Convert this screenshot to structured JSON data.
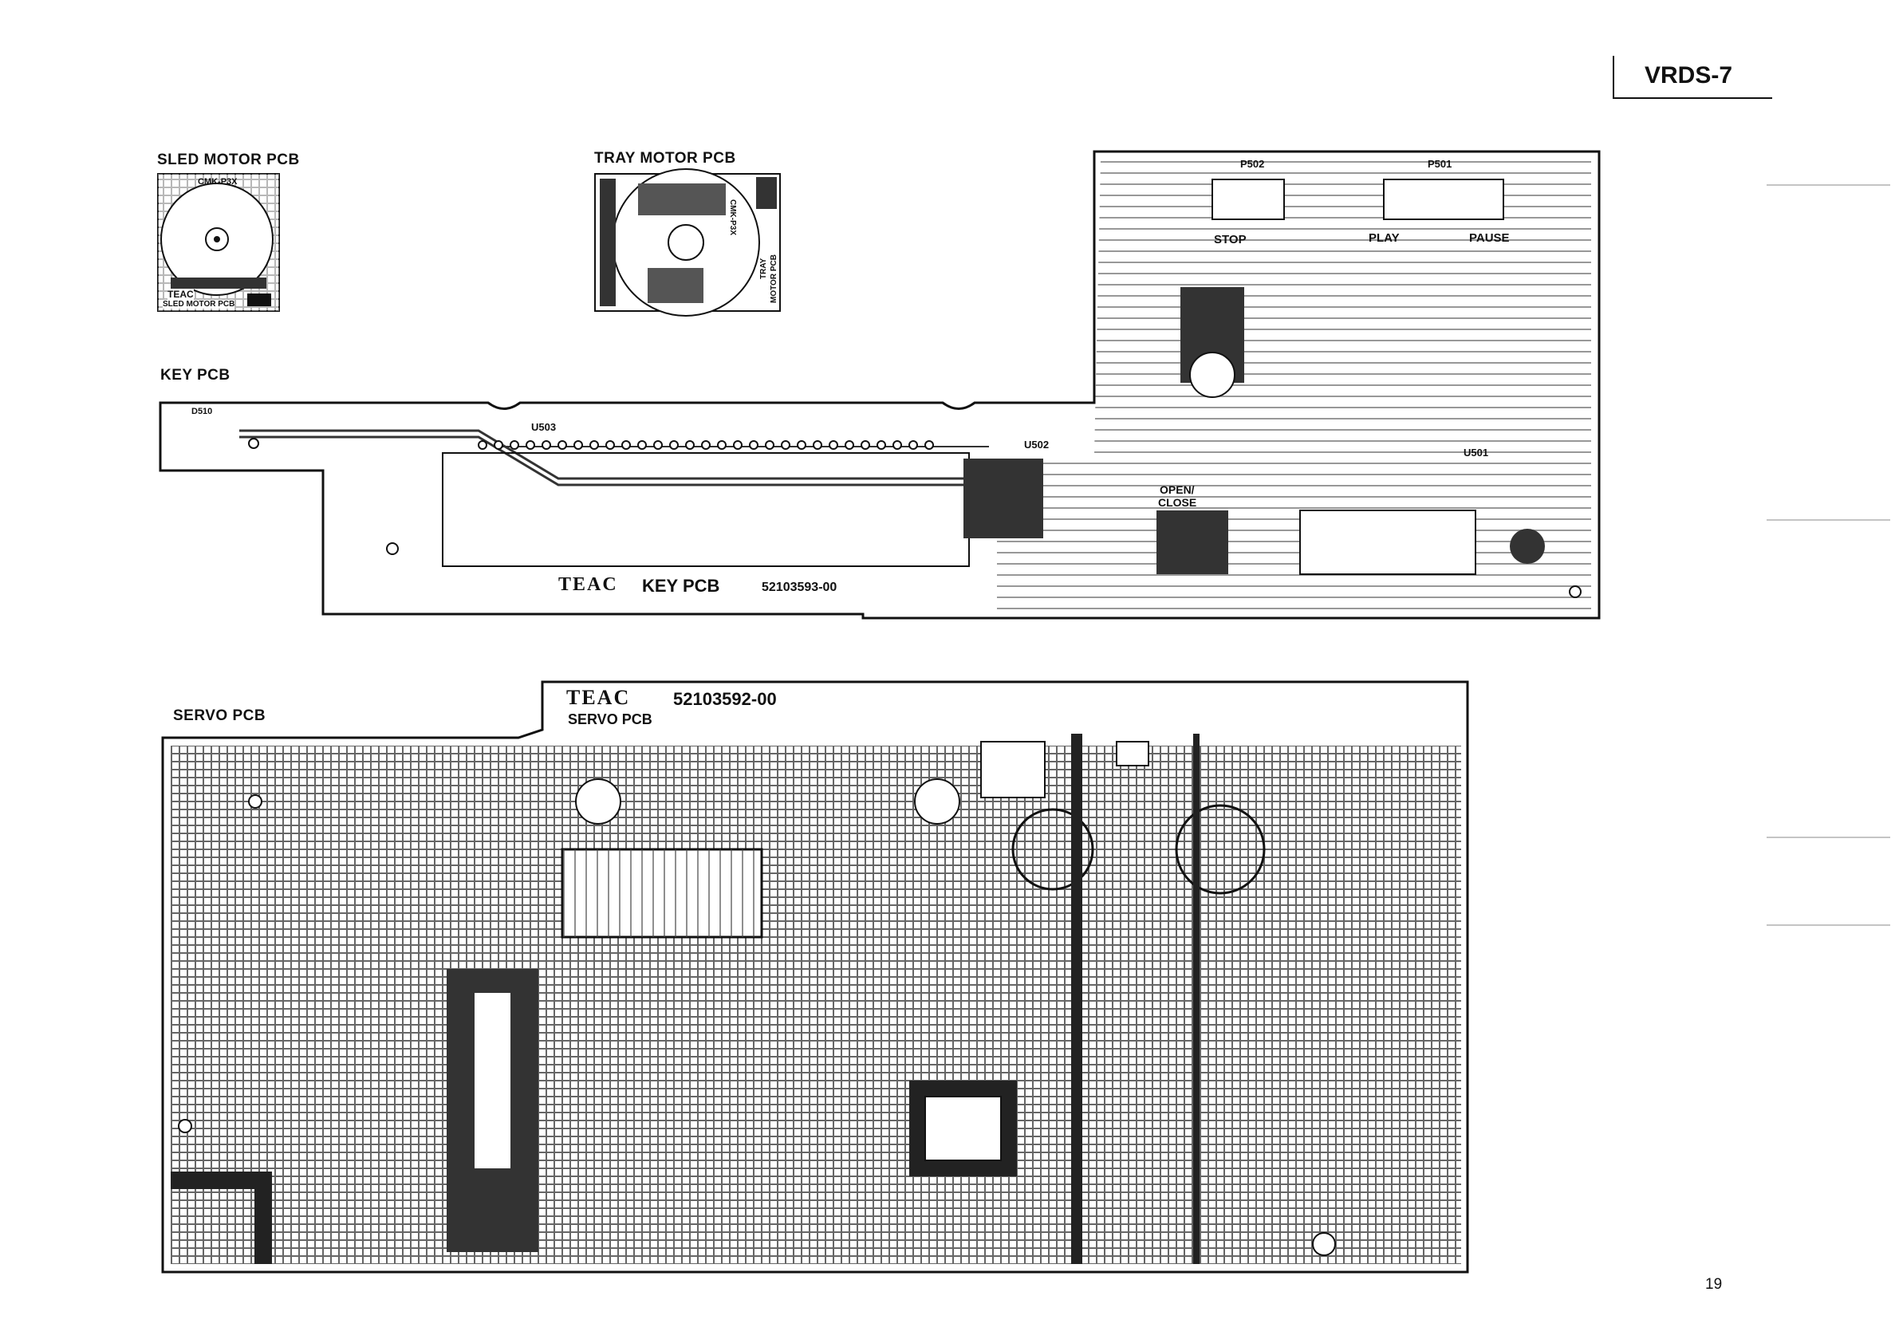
{
  "header": {
    "model": "VRDS-7"
  },
  "footer": {
    "page_number": "19"
  },
  "sections": {
    "sled": {
      "title": "SLED MOTOR PCB"
    },
    "tray": {
      "title": "TRAY MOTOR PCB"
    },
    "key": {
      "title": "KEY PCB"
    },
    "servo": {
      "title": "SERVO PCB"
    }
  },
  "key_pcb_labels": {
    "stop": "STOP",
    "play": "PLAY",
    "pause": "PAUSE",
    "open_close_1": "OPEN/",
    "open_close_2": "CLOSE",
    "brand": "TEAC",
    "board": "KEY PCB",
    "part_no": "52103593-00",
    "p502": "P502",
    "p501": "P501",
    "u503": "U503",
    "u502": "U502",
    "u501": "U501",
    "d510": "D510"
  },
  "servo_pcb_labels": {
    "brand": "TEAC",
    "part_no": "52103592-00",
    "board": "SERVO PCB"
  },
  "sled_pcb_labels": {
    "marking": "CMK-P3X",
    "brand": "TEAC",
    "board": "SLED MOTOR PCB"
  },
  "tray_pcb_labels": {
    "marking": "CMK-P3X",
    "board_1": "TRAY",
    "board_2": "MOTOR PCB"
  }
}
